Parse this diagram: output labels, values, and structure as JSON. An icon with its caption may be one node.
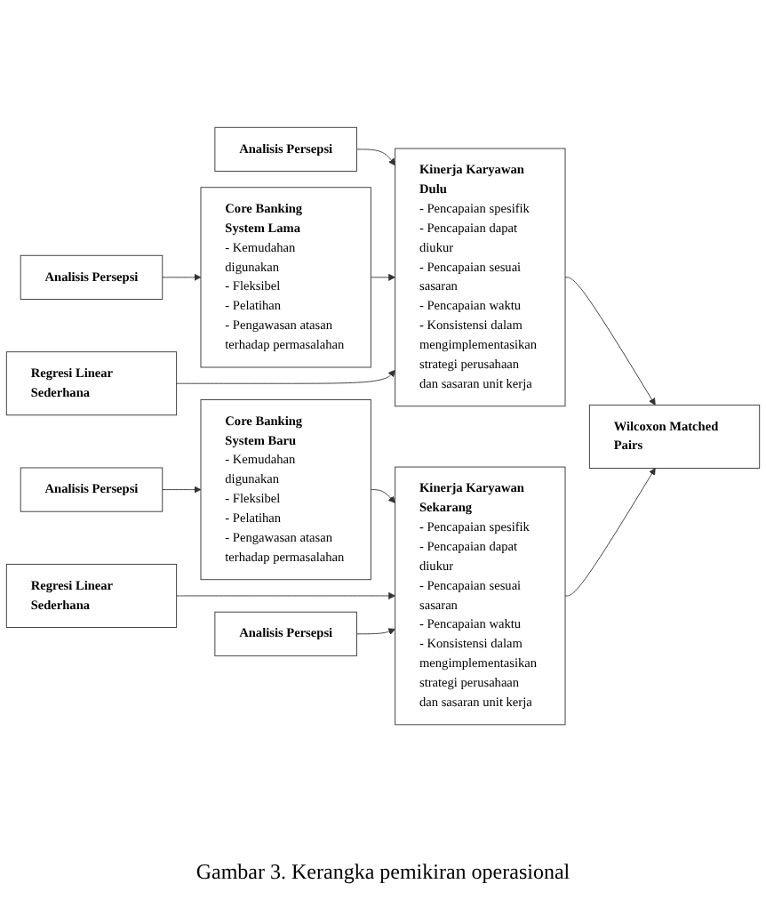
{
  "diagram": {
    "caption": "Gambar 3. Kerangka pemikiran operasional",
    "nodes": [
      {
        "text": [
          "Analisis Persepsi"
        ]
      },
      {
        "text": [
          "Regresi Linear Sederhana"
        ]
      },
      {
        "text": [
          "Analisis Persepsi"
        ]
      },
      {
        "text": [
          "Core Banking System Lama",
          "- Kemudahan digunakan",
          "- Fleksibel",
          "- Pelatihan",
          "- Pengawasan atasan terhadap permasalahan"
        ]
      },
      {
        "text": [
          "Kinerja Karyawan Dulu",
          "- Pencapaian spesifik",
          "- Pencapaian dapat diukur",
          "- Pencapaian sesuai sasaran",
          "- Pencapaian waktu",
          "- Konsistensi dalam mengimplementasikan strategi perusahaan dan sasaran unit kerja"
        ]
      },
      {
        "text": [
          "Wilcoxon Matched Pairs"
        ]
      },
      {
        "text": [
          "Kinerja Karyawan Sekarang",
          "- Pencapaian spesifik",
          "- Pencapaian dapat diukur",
          "- Pencapaian sesuai sasaran",
          "- Pencapaian waktu",
          "- Konsistensi dalam mengimplementasikan strategi perusahaan dan sasaran unit kerja"
        ]
      },
      {
        "text": [
          "Core Banking System Baru",
          "- Kemudahan digunakan",
          "- Fleksibel",
          "- Pelatihan",
          "- Pengawasan atasan terhadap permasalahan"
        ]
      },
      {
        "text": [
          "Analisis Persepsi"
        ]
      },
      {
        "text": [
          "Regresi Linear Sederhana"
        ]
      },
      {
        "text": [
          "Analisis Persepsi"
        ]
      }
    ],
    "edges": [
      {
        "from": 0,
        "to": 3,
        "arrow": "to"
      },
      {
        "from": 2,
        "to": 4,
        "arrow": "to"
      },
      {
        "from": 3,
        "to": 4,
        "arrow": "to"
      },
      {
        "from": 1,
        "to": 4,
        "arrow": "to"
      },
      {
        "from": 4,
        "to": 5,
        "arrow": "to"
      },
      {
        "from": 7,
        "to": 6,
        "arrow": "to"
      },
      {
        "from": 9,
        "to": 6,
        "arrow": "to"
      },
      {
        "from": 8,
        "to": 7,
        "arrow": "to"
      },
      {
        "from": 10,
        "to": 6,
        "arrow": "to"
      },
      {
        "from": 6,
        "to": 5,
        "arrow": "to"
      }
    ]
  }
}
